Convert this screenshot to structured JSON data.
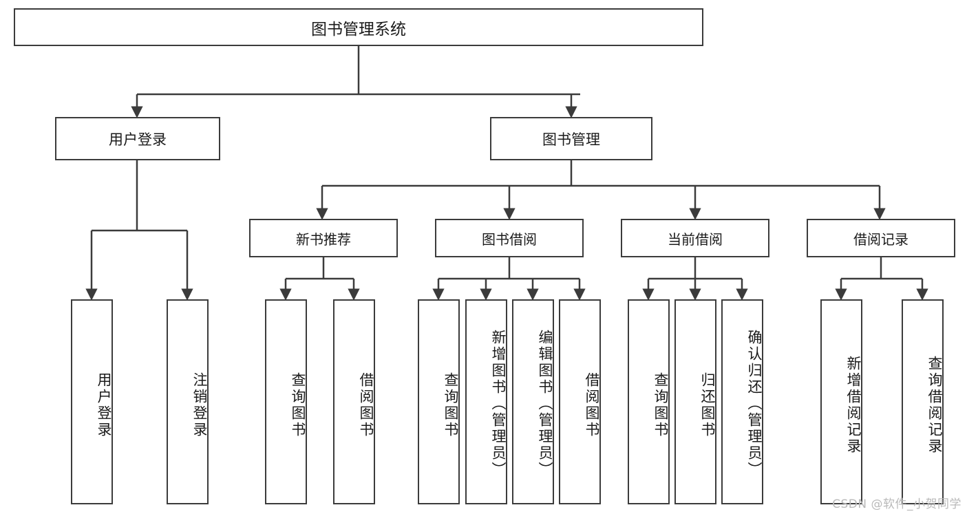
{
  "diagram": {
    "title": "图书管理系统",
    "type": "tree",
    "root": {
      "id": "root",
      "label": "图书管理系统"
    },
    "level1": [
      {
        "id": "user-login",
        "label": "用户登录"
      },
      {
        "id": "book-management",
        "label": "图书管理"
      }
    ],
    "level2": [
      {
        "id": "new-book-recommend",
        "label": "新书推荐",
        "parent": "book-management"
      },
      {
        "id": "book-borrow",
        "label": "图书借阅",
        "parent": "book-management"
      },
      {
        "id": "current-borrow",
        "label": "当前借阅",
        "parent": "book-management"
      },
      {
        "id": "borrow-record",
        "label": "借阅记录",
        "parent": "book-management"
      }
    ],
    "leaves": [
      {
        "id": "leaf-user-login",
        "label": "用户登录",
        "parent": "user-login"
      },
      {
        "id": "leaf-logout",
        "label": "注销登录",
        "parent": "user-login"
      },
      {
        "id": "leaf-query-book-1",
        "label": "查询图书",
        "parent": "new-book-recommend"
      },
      {
        "id": "leaf-borrow-book-1",
        "label": "借阅图书",
        "parent": "new-book-recommend"
      },
      {
        "id": "leaf-query-book-2",
        "label": "查询图书",
        "parent": "book-borrow"
      },
      {
        "id": "leaf-add-book",
        "label": "新增图书（管理员）",
        "parent": "book-borrow"
      },
      {
        "id": "leaf-edit-book",
        "label": "编辑图书（管理员）",
        "parent": "book-borrow"
      },
      {
        "id": "leaf-borrow-book-2",
        "label": "借阅图书",
        "parent": "book-borrow"
      },
      {
        "id": "leaf-query-book-3",
        "label": "查询图书",
        "parent": "current-borrow"
      },
      {
        "id": "leaf-return-book",
        "label": "归还图书",
        "parent": "current-borrow"
      },
      {
        "id": "leaf-confirm-return",
        "label": "确认归还（管理员）",
        "parent": "current-borrow"
      },
      {
        "id": "leaf-add-record",
        "label": "新增借阅记录",
        "parent": "borrow-record"
      },
      {
        "id": "leaf-query-record",
        "label": "查询借阅记录",
        "parent": "borrow-record"
      }
    ],
    "colors": {
      "stroke": "#3b3b3b",
      "fill": "#ffffff",
      "text": "#1a1a1a",
      "watermark": "#b9b9b9"
    }
  },
  "watermark": {
    "text": "CSDN @软件_小贺同学"
  }
}
